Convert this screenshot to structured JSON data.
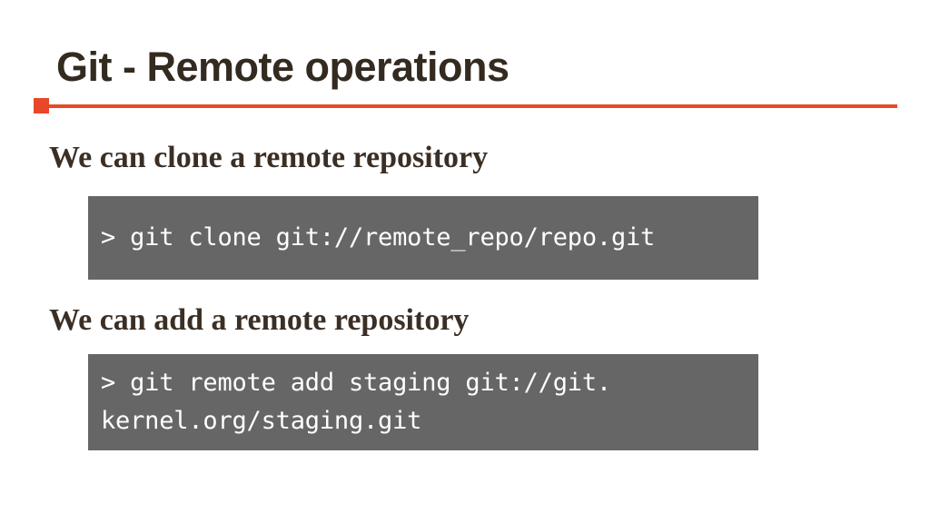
{
  "slide": {
    "title": "Git - Remote operations",
    "accent_color": "#e8472a",
    "title_color": "#332a20",
    "heading_color": "#3b2f25",
    "code_bg_color": "#666666",
    "code_text_color": "#ffffff",
    "background_color": "#ffffff"
  },
  "sections": [
    {
      "heading": "We can clone a remote repository",
      "code_lines": [
        "> git clone git://remote_repo/repo.git"
      ]
    },
    {
      "heading": "We can add a remote repository",
      "code_lines": [
        "> git remote add staging git://git.",
        "kernel.org/staging.git"
      ]
    }
  ]
}
